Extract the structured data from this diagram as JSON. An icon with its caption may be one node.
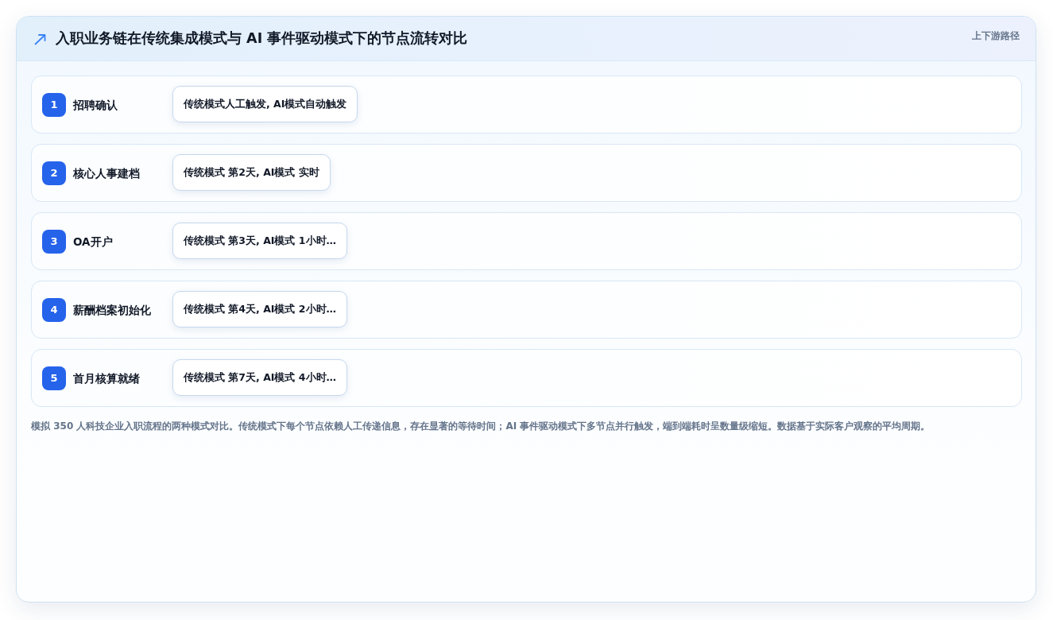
{
  "diagram": {
    "title": "入职业务链在传统集成模式与 AI 事件驱动模式下的节点流转对比",
    "caption": "模拟 350 人科技企业入职流程的两种模式对比。传统模式下每个节点依赖人工传递信息，存在显著的等待时间；AI 事件驱动模式下多节点并行触发，端到端耗时呈数量级缩短。数据基于实际客户观察的平均周期。",
    "nodes": [
      {
        "text": [
          "招聘确认"
        ]
      },
      {
        "text": [
          "1"
        ],
        "in": 0
      },
      {
        "text": [
          "传统模式人工触发, AI模式自动触发"
        ],
        "in": 0
      },
      {
        "text": [
          "核心人事建档"
        ]
      },
      {
        "text": [
          "2"
        ],
        "in": 3
      },
      {
        "text": [
          "传统模式 第2天, AI模式 实时"
        ],
        "in": 3
      },
      {
        "text": [
          "OA开户"
        ]
      },
      {
        "text": [
          "3"
        ],
        "in": 6
      },
      {
        "text": [
          "传统模式 第3天, AI模式 1小时…"
        ],
        "in": 6
      },
      {
        "text": [
          "薪酬档案初始化"
        ]
      },
      {
        "text": [
          "4"
        ],
        "in": 9
      },
      {
        "text": [
          "传统模式 第4天, AI模式 2小时…"
        ],
        "in": 9
      },
      {
        "text": [
          "首月核算就绪"
        ]
      },
      {
        "text": [
          "5"
        ],
        "in": 12
      },
      {
        "text": [
          "传统模式 第7天, AI模式 4小时…"
        ],
        "in": 12
      }
    ],
    "edges": [],
    "labels": [
      "上下游路径"
    ]
  }
}
